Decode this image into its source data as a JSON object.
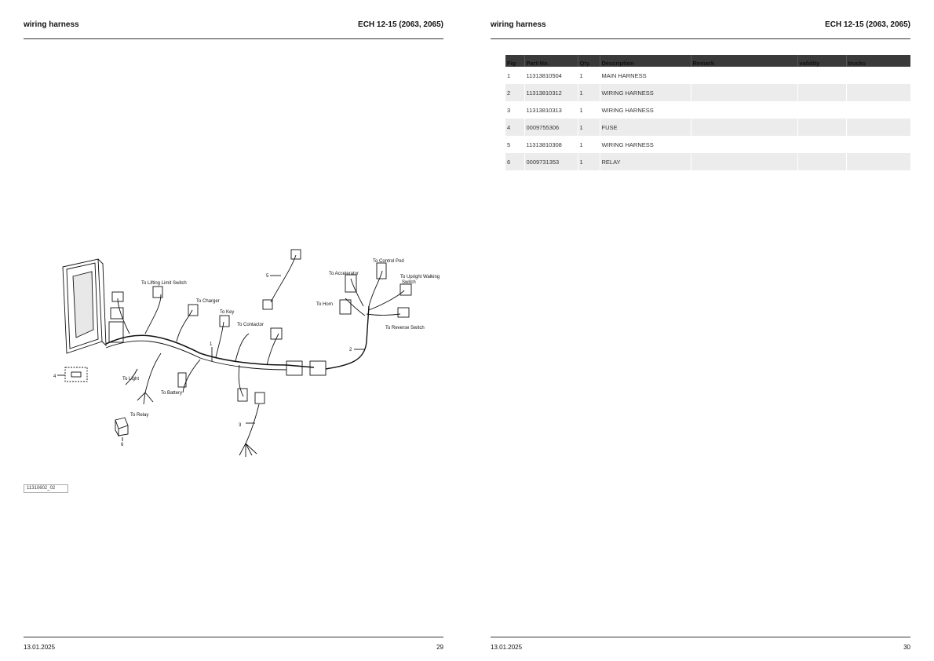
{
  "left_page": {
    "header_title": "wiring harness",
    "header_model": "ECH 12-15 (2063, 2065)",
    "drawing_id": "11310602_02",
    "footer_date": "13.01.2025",
    "footer_page": "29",
    "callouts": {
      "lifting_limit": "To Lifting Limit Switch",
      "charger": "To Charger",
      "key": "To Key",
      "contactor": "To Contactor",
      "accelerator": "To Accelerator",
      "control_pod": "To Control Pod",
      "upright_walking_1": "To Upright Walking",
      "upright_walking_2": "Switch",
      "horn": "To Horn",
      "reverse_switch": "To Reverse Switch",
      "light": "To Light",
      "battery": "To Battery",
      "relay": "To Relay",
      "n1": "1",
      "n2": "2",
      "n3": "3",
      "n4": "4",
      "n5": "5",
      "n6": "6"
    }
  },
  "right_page": {
    "header_title": "wiring harness",
    "header_model": "ECH 12-15 (2063, 2065)",
    "footer_date": "13.01.2025",
    "footer_page": "30",
    "columns": [
      "Fig",
      "Part-No.",
      "Qty.",
      "Description",
      "Remark",
      "validity",
      "trucks"
    ],
    "rows": [
      {
        "fig": "1",
        "part": "11313810504",
        "qty": "1",
        "desc": "MAIN HARNESS",
        "remark": "",
        "validity": "",
        "trucks": ""
      },
      {
        "fig": "2",
        "part": "11313810312",
        "qty": "1",
        "desc": "WIRING HARNESS",
        "remark": "",
        "validity": "",
        "trucks": ""
      },
      {
        "fig": "3",
        "part": "11313810313",
        "qty": "1",
        "desc": "WIRING HARNESS",
        "remark": "",
        "validity": "",
        "trucks": ""
      },
      {
        "fig": "4",
        "part": "0009755306",
        "qty": "1",
        "desc": "FUSE",
        "remark": "",
        "validity": "",
        "trucks": ""
      },
      {
        "fig": "5",
        "part": "11313810308",
        "qty": "1",
        "desc": "WIRING HARNESS",
        "remark": "",
        "validity": "",
        "trucks": ""
      },
      {
        "fig": "6",
        "part": "0009731353",
        "qty": "1",
        "desc": "RELAY",
        "remark": "",
        "validity": "",
        "trucks": ""
      }
    ]
  }
}
